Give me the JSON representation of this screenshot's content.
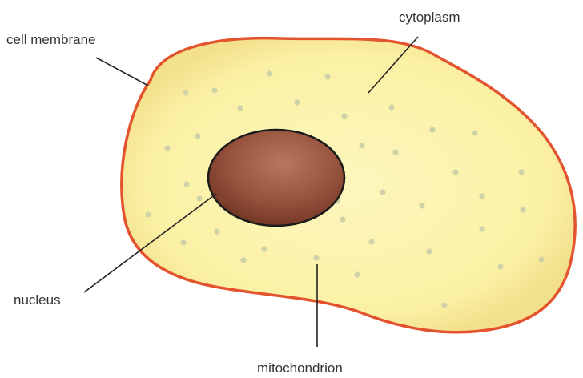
{
  "diagram": {
    "labels": {
      "cell_membrane": "cell membrane",
      "cytoplasm": "cytoplasm",
      "nucleus": "nucleus",
      "mitochondrion": "mitochondrion"
    },
    "colors": {
      "membrane": "#e2532e",
      "cytoplasm_fill": "#fbf1a5",
      "cytoplasm_edge": "#f1dc86",
      "nucleus_center": "#b06c55",
      "nucleus_edge": "#6e3322",
      "mitochondria": "#cfd1a7",
      "leader_lines": "#222222",
      "label_text": "#333333"
    }
  }
}
